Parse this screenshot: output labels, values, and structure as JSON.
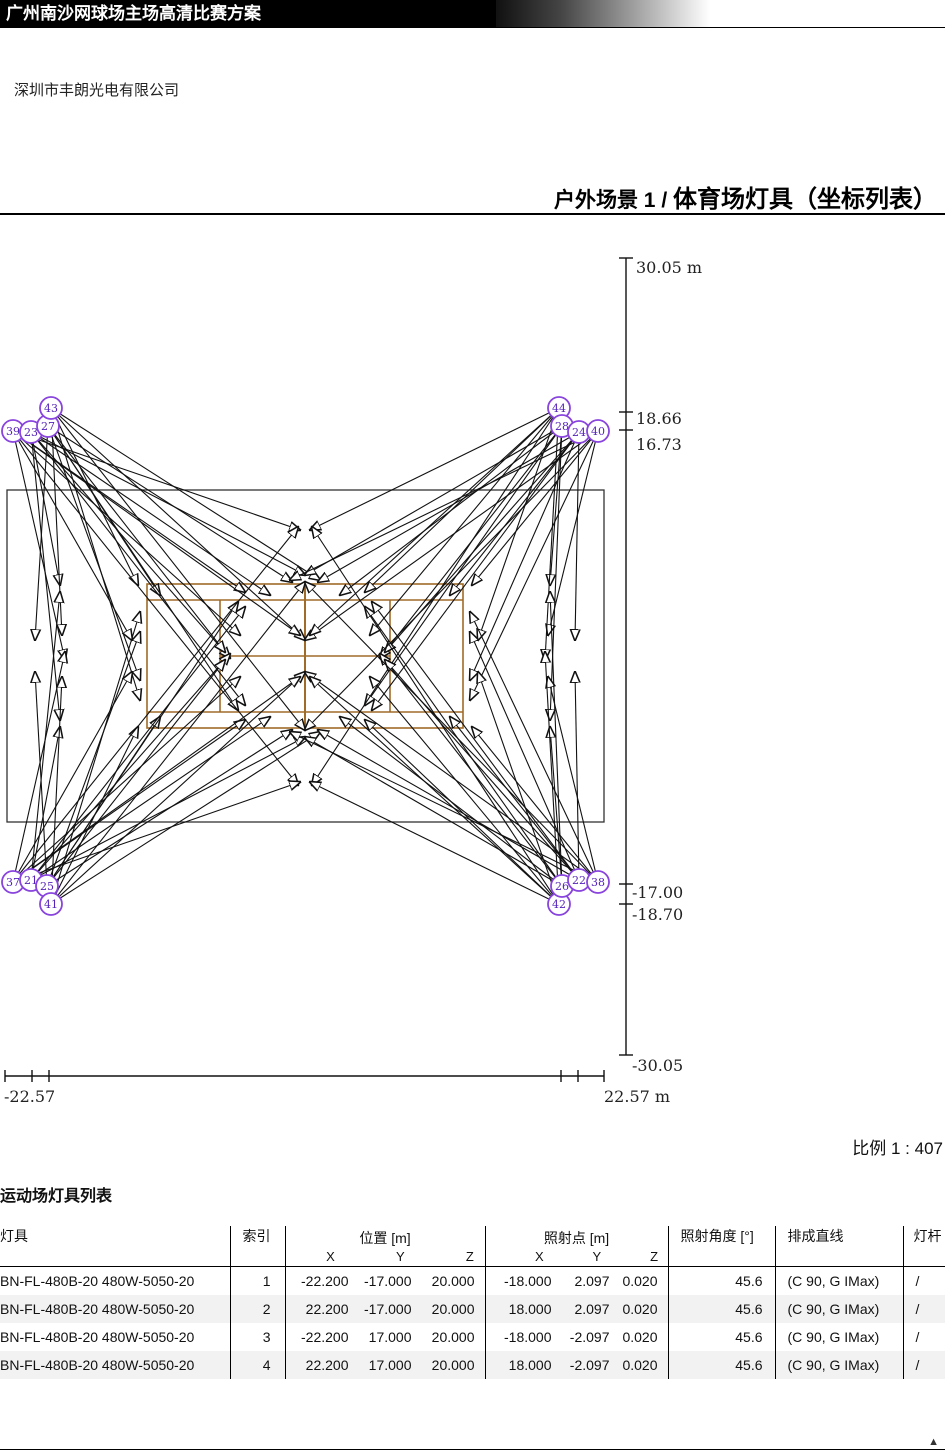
{
  "header": {
    "title": "广州南沙网球场主场高清比赛方案"
  },
  "company": "深圳市丰朗光电有限公司",
  "section": {
    "prefix": "户外场景 1 / ",
    "title": "体育场灯具（坐标列表）"
  },
  "plan": {
    "y_axis": [
      "30.05 m",
      "18.66",
      "16.73",
      "-17.00",
      "-18.70",
      "-30.05"
    ],
    "x_axis": [
      "-22.57",
      "22.57 m"
    ],
    "luminaire_groups": [
      [
        "39",
        "23",
        "27",
        "43"
      ],
      [
        "44",
        "28",
        "24",
        "40"
      ],
      [
        "37",
        "21",
        "25",
        "41"
      ],
      [
        "42",
        "26",
        "22",
        "38"
      ]
    ]
  },
  "scale": "比例 1 : 407",
  "table": {
    "title": "运动场灯具列表",
    "headers": {
      "luminaire": "灯具",
      "index": "索引",
      "position": "位置 [m]",
      "aim": "照射点 [m]",
      "angle": "照射角度 [°]",
      "line": "排成直线",
      "pole": "灯杆",
      "x": "X",
      "y": "Y",
      "z": "Z"
    },
    "rows": [
      [
        "BN-FL-480B-20 480W-5050-20",
        "1",
        "-22.200",
        "-17.000",
        "20.000",
        "-18.000",
        "2.097",
        "0.020",
        "45.6",
        "(C 90, G IMax)",
        "/"
      ],
      [
        "BN-FL-480B-20 480W-5050-20",
        "2",
        "22.200",
        "-17.000",
        "20.000",
        "18.000",
        "2.097",
        "0.020",
        "45.6",
        "(C 90, G IMax)",
        "/"
      ],
      [
        "BN-FL-480B-20 480W-5050-20",
        "3",
        "-22.200",
        "17.000",
        "20.000",
        "-18.000",
        "-2.097",
        "0.020",
        "45.6",
        "(C 90, G IMax)",
        "/"
      ],
      [
        "BN-FL-480B-20 480W-5050-20",
        "4",
        "22.200",
        "17.000",
        "20.000",
        "18.000",
        "-2.097",
        "0.020",
        "45.6",
        "(C 90, G IMax)",
        "/"
      ]
    ]
  },
  "colors": {
    "court": "#a06a28",
    "field": "#333333",
    "luminaire": "#8844dd",
    "arrow": "#111111"
  }
}
